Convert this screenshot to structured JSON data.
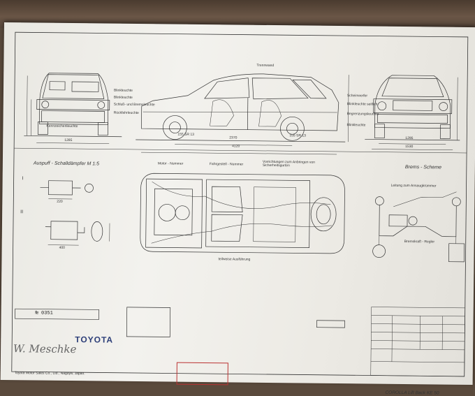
{
  "blueprint": {
    "front_view_labels": [
      "Blinkleuchte",
      "Blinkleuchte",
      "Schluß- und Bremsleuchte",
      "Rückfahrleuchte",
      "Kennzeichenleuchte"
    ],
    "side_view": {
      "label_top": "Trennwand",
      "tire_front": "155 SR 13",
      "tire_rear": "155 SR 13",
      "wheelbase": "2370",
      "length": "4120"
    },
    "rear_view_labels": [
      "Scheinwerfer",
      "Blinkleuchte seitlich",
      "Begrenzungsleuchte",
      "Blinkleuchte"
    ],
    "rear_dims": {
      "track": "1295",
      "width": "1530"
    },
    "front_dims": {
      "track": "1285"
    },
    "exhaust": {
      "title": "Auspuff - Schalldämpfer  M 1:5",
      "roman_1": "I",
      "roman_2": "II",
      "dim_1": "220",
      "dim_2": "400"
    },
    "chassis": {
      "engine_number": "Motor - Nummer",
      "frame_number": "Fahrgestell - Nummer",
      "seatbelt_note": "Vorrichtungen zum Anbringen von Sicherheitsgurten",
      "partial": "teilweise Ausführung"
    },
    "brake": {
      "title": "Brems - Scheme",
      "line": "Leitung zum Ansaugkrümmer",
      "regulator": "Bremskraft - Regler"
    },
    "number_label": "№",
    "number_value": "0351",
    "toyota": "TOYOTA",
    "signature": "W. Meschke",
    "footer_address": "Toyota Motor Sales Co., Ltd., Nagoya, Japan.",
    "title_block": "COROLLA  Lift Back  KE 50"
  }
}
